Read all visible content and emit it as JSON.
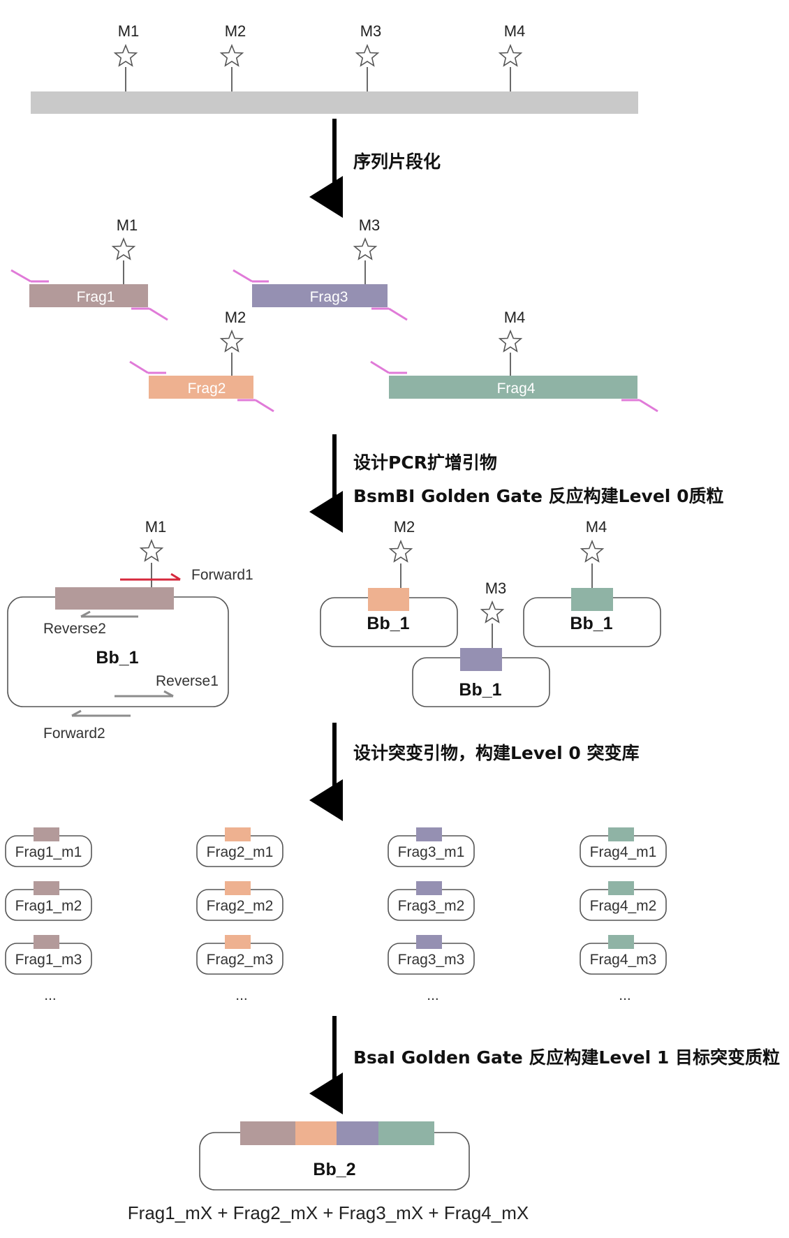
{
  "genome": {
    "markers": [
      "M1",
      "M2",
      "M3",
      "M4"
    ]
  },
  "steps": {
    "s1": "序列片段化",
    "s2a": "设计PCR扩增引物",
    "s2b": "BsmBI Golden Gate 反应构建Level 0质粒",
    "s3": "设计突变引物，构建Level 0 突变库",
    "s4": "BsaI Golden Gate 反应构建Level 1 目标突变质粒"
  },
  "fragments": [
    {
      "label": "Frag1",
      "marker": "M1",
      "color": "#b39a9a"
    },
    {
      "label": "Frag2",
      "marker": "M2",
      "color": "#eeb190"
    },
    {
      "label": "Frag3",
      "marker": "M3",
      "color": "#9590b2"
    },
    {
      "label": "Frag4",
      "marker": "M4",
      "color": "#8fb3a5"
    }
  ],
  "colors": {
    "backbone": "#c9c9c9",
    "overhang": "#e07ad8",
    "forward1": "#d6283c",
    "primer": "#8c8c8c"
  },
  "level0": {
    "backbone_label": "Bb_1",
    "primers": {
      "forward1": "Forward1",
      "reverse1": "Reverse1",
      "forward2": "Forward2",
      "reverse2": "Reverse2"
    }
  },
  "library": {
    "columns": [
      [
        "Frag1_m1",
        "Frag1_m2",
        "Frag1_m3"
      ],
      [
        "Frag2_m1",
        "Frag2_m2",
        "Frag2_m3"
      ],
      [
        "Frag3_m1",
        "Frag3_m2",
        "Frag3_m3"
      ],
      [
        "Frag4_m1",
        "Frag4_m2",
        "Frag4_m3"
      ]
    ],
    "ellipsis": "..."
  },
  "level1": {
    "backbone_label": "Bb_2",
    "formula": "Frag1_mX + Frag2_mX + Frag3_mX + Frag4_mX"
  }
}
